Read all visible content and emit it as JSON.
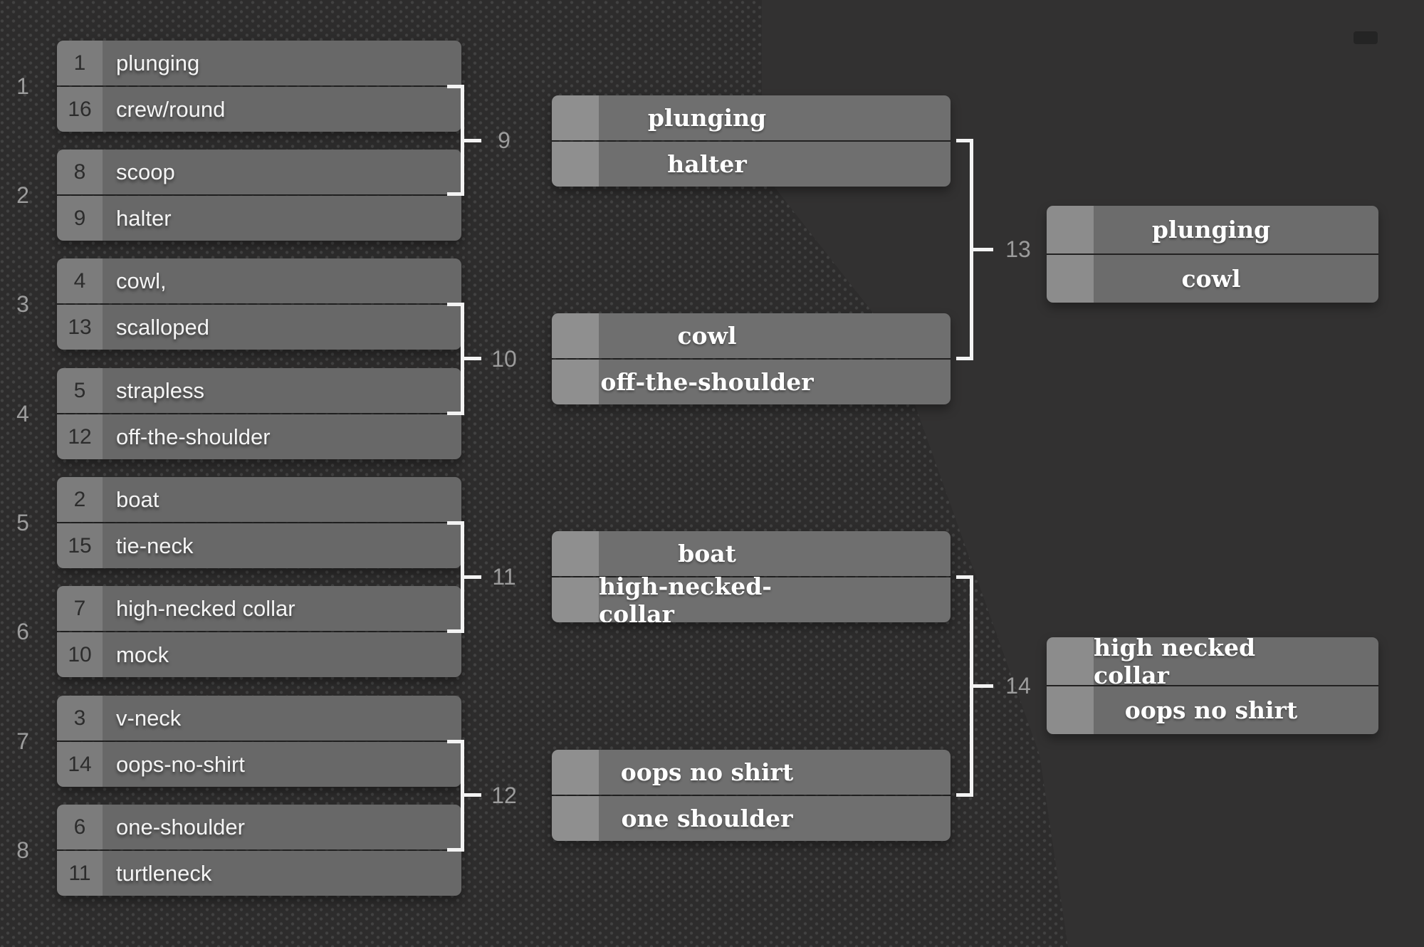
{
  "app": {
    "type": "tournament-bracket",
    "colors": {
      "background": "#2d2c2c",
      "background_dots": "#464545",
      "solid_patch": "#323131",
      "slot_body_r1": "#686868",
      "slot_seed_r1": "#7c7c7c",
      "slot_body_r2": "#6f6f6f",
      "slot_seed_r2": "#8f8f8f",
      "slot_body_r3": "#6c6c6c",
      "slot_seed_r3": "#8c8c8c",
      "connector": "#f3f3f3",
      "match_label_text": "#9c9c9c",
      "name_text": "#ffffff",
      "seed_text": "#2c2c2c",
      "corner_pill": "#242424"
    }
  },
  "round1": {
    "matches": [
      {
        "label": "1",
        "slots": [
          {
            "seed": "1",
            "name": "plunging"
          },
          {
            "seed": "16",
            "name": "crew/round"
          }
        ]
      },
      {
        "label": "2",
        "slots": [
          {
            "seed": "8",
            "name": "scoop"
          },
          {
            "seed": "9",
            "name": "halter"
          }
        ]
      },
      {
        "label": "3",
        "slots": [
          {
            "seed": "4",
            "name": "cowl,"
          },
          {
            "seed": "13",
            "name": "scalloped"
          }
        ]
      },
      {
        "label": "4",
        "slots": [
          {
            "seed": "5",
            "name": "strapless"
          },
          {
            "seed": "12",
            "name": "off-the-shoulder"
          }
        ]
      },
      {
        "label": "5",
        "slots": [
          {
            "seed": "2",
            "name": "boat"
          },
          {
            "seed": "15",
            "name": "tie-neck"
          }
        ]
      },
      {
        "label": "6",
        "slots": [
          {
            "seed": "7",
            "name": "high-necked collar"
          },
          {
            "seed": "10",
            "name": "mock"
          }
        ]
      },
      {
        "label": "7",
        "slots": [
          {
            "seed": "3",
            "name": "v-neck"
          },
          {
            "seed": "14",
            "name": "oops-no-shirt"
          }
        ]
      },
      {
        "label": "8",
        "slots": [
          {
            "seed": "6",
            "name": "one-shoulder"
          },
          {
            "seed": "11",
            "name": "turtleneck"
          }
        ]
      }
    ]
  },
  "round2": {
    "matches": [
      {
        "label": "9",
        "slots": [
          {
            "name": "plunging"
          },
          {
            "name": "halter"
          }
        ]
      },
      {
        "label": "10",
        "slots": [
          {
            "name": "cowl"
          },
          {
            "name": "off-the-shoulder"
          }
        ]
      },
      {
        "label": "11",
        "slots": [
          {
            "name": "boat"
          },
          {
            "name": "high-necked-collar"
          }
        ]
      },
      {
        "label": "12",
        "slots": [
          {
            "name": "oops no shirt"
          },
          {
            "name": "one shoulder"
          }
        ]
      }
    ]
  },
  "round3": {
    "matches": [
      {
        "label": "13",
        "slots": [
          {
            "name": "plunging"
          },
          {
            "name": "cowl"
          }
        ]
      },
      {
        "label": "14",
        "slots": [
          {
            "name": "high necked collar"
          },
          {
            "name": "oops no shirt"
          }
        ]
      }
    ]
  }
}
